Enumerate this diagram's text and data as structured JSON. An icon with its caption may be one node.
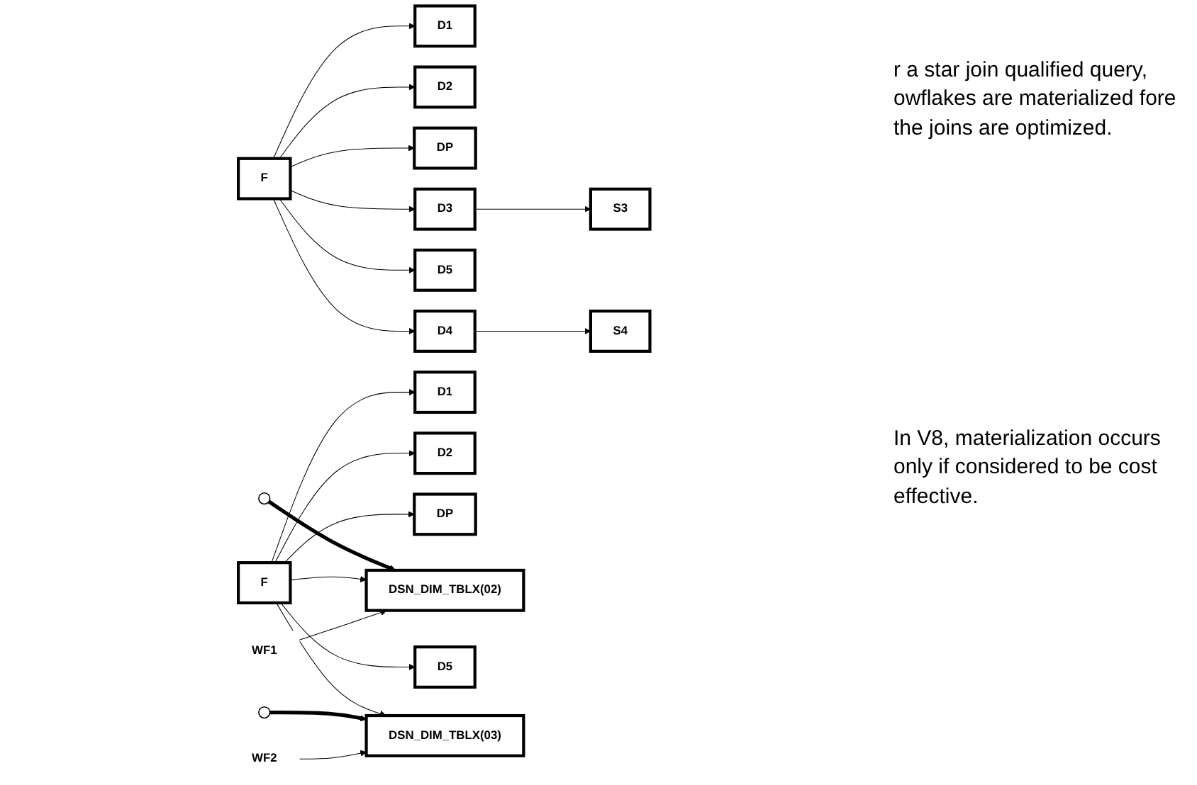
{
  "diagram": {
    "nodes": [
      {
        "text": [
          "D1"
        ]
      },
      {
        "text": [
          "D2"
        ]
      },
      {
        "text": [
          "S3"
        ]
      },
      {
        "text": [
          "DP"
        ]
      },
      {
        "text": [
          "F"
        ]
      },
      {
        "text": [
          "D3"
        ]
      },
      {
        "text": [
          "D5"
        ]
      },
      {
        "text": [
          "D4"
        ]
      },
      {
        "text": [
          "S4"
        ]
      },
      {
        "text": [],
        "shape": "ellipse"
      },
      {
        "text": [],
        "shape": "ellipse"
      },
      {
        "text": [
          "D1"
        ]
      },
      {
        "text": [
          "D2"
        ]
      },
      {
        "text": [
          "DP"
        ]
      },
      {
        "text": [
          "F"
        ]
      },
      {
        "text": [
          "DSN_DIM_TBLX(02)"
        ]
      },
      {
        "text": [
          "D5"
        ]
      },
      {
        "text": [
          "DSN_DIM_TBLX(03)"
        ]
      },
      {
        "text": [
          "WF1"
        ]
      },
      {
        "text": [
          "WF2"
        ]
      }
    ],
    "edges": [
      {
        "from": 4,
        "to": 0,
        "arrow": "to"
      },
      {
        "from": 4,
        "to": 1,
        "arrow": "to"
      },
      {
        "from": 4,
        "to": 3,
        "arrow": "to"
      },
      {
        "from": 4,
        "to": 5,
        "arrow": "to"
      },
      {
        "from": 4,
        "to": 6,
        "arrow": "to"
      },
      {
        "from": 4,
        "to": 7,
        "arrow": "to"
      },
      {
        "from": 5,
        "to": 2,
        "arrow": "to"
      },
      {
        "from": 7,
        "to": 8,
        "arrow": "to"
      },
      {
        "from": 9,
        "to": 15,
        "arrow": "to",
        "style": "thick"
      },
      {
        "from": 14,
        "to": 15,
        "arrow": "to"
      },
      {
        "from": 14,
        "to": 11,
        "arrow": "to"
      },
      {
        "from": 14,
        "to": 12,
        "arrow": "to"
      },
      {
        "from": 14,
        "to": 13,
        "arrow": "to"
      },
      {
        "from": 14,
        "to": 16,
        "arrow": "to"
      },
      {
        "from": 14,
        "to": 17,
        "arrow": "to"
      },
      {
        "from": 10,
        "to": 17,
        "arrow": "to",
        "style": "thick"
      },
      {
        "from": 18,
        "to": 15,
        "arrow": "to"
      },
      {
        "from": 19,
        "to": 17,
        "arrow": "to"
      }
    ],
    "labels": [
      "r a star join qualified query, owflakes are materialized fore the joins are optimized.",
      "In V8, materialization occurs only if considered to be cost effective."
    ]
  }
}
